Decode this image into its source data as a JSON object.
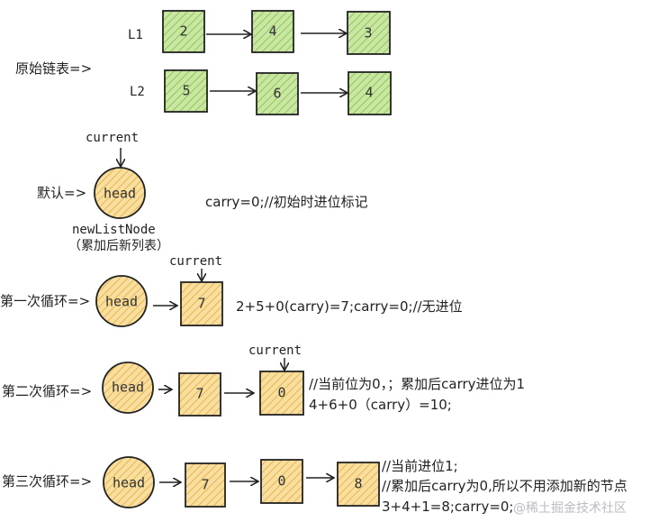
{
  "colors": {
    "green_fill": "#c9e6a3",
    "green_hatch": "#8fc75a",
    "yellow_fill": "#f8dea0",
    "yellow_hatch": "#e9b646",
    "stroke": "#222222",
    "watermark": "#b9bcc2"
  },
  "original": {
    "row_label": "原始链表=>",
    "l1": {
      "label": "L1",
      "nodes": [
        "2",
        "4",
        "3"
      ]
    },
    "l2": {
      "label": "L2",
      "nodes": [
        "5",
        "6",
        "4"
      ]
    }
  },
  "default": {
    "row_label": "默认=>",
    "pointer": "current",
    "head": "head",
    "caption1": "newListNode",
    "caption2": "（累加后新列表）",
    "note": "carry=0;//初始时进位标记"
  },
  "loop1": {
    "row_label": "第一次循环=>",
    "head": "head",
    "pointer": "current",
    "nodes": [
      "7"
    ],
    "note": "2+5+0(carry)=7;carry=0;//无进位"
  },
  "loop2": {
    "row_label": "第二次循环=>",
    "head": "head",
    "pointer": "current",
    "nodes": [
      "7",
      "0"
    ],
    "note1": "//当前位为0，；累加后carry进位为1",
    "note2": "4+6+0（carry）=10;"
  },
  "loop3": {
    "row_label": "第三次循环=>",
    "head": "head",
    "nodes": [
      "7",
      "0",
      "8"
    ],
    "note1": "//当前进位1;",
    "note2": "//累加后carry为0,所以不用添加新的节点",
    "note3": "3+4+1=8;carry=0;"
  },
  "watermark": "@稀土掘金技术社区"
}
